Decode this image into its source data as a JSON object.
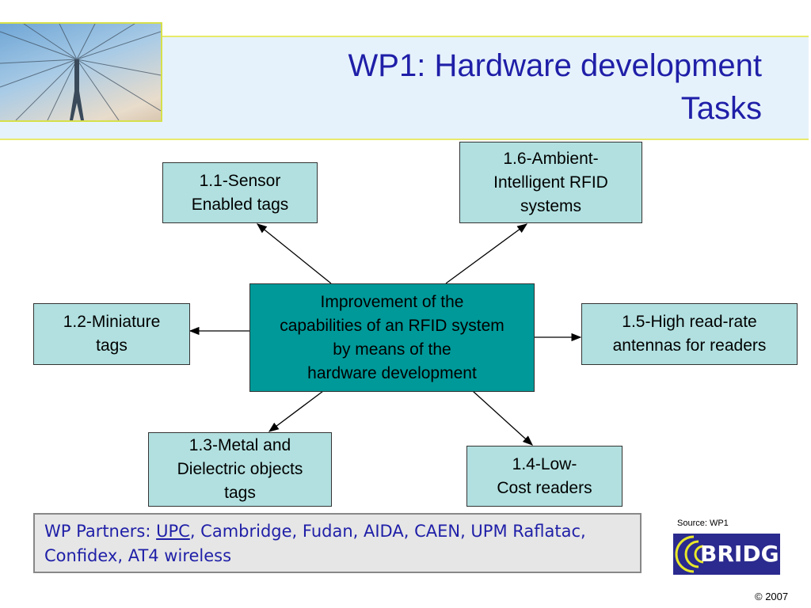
{
  "header": {
    "title_line1": "WP1: Hardware development",
    "title_line2": "Tasks"
  },
  "diagram": {
    "center": "Improvement of the\ncapabilities of an RFID system\nby means of the\nhardware development",
    "tasks": {
      "t11": "1.1-Sensor\nEnabled tags",
      "t12": "1.2-Miniature\ntags",
      "t13": "1.3-Metal and\nDielectric objects\ntags",
      "t14": "1.4-Low-\nCost readers",
      "t15": "1.5-High read-rate\nantennas for readers",
      "t16": "1.6-Ambient-\nIntelligent RFID\nsystems"
    }
  },
  "partners": {
    "label": "WP Partners: ",
    "first": "UPC",
    "rest": ", Cambridge, Fudan, AIDA, CAEN, UPM Raflatac, Confidex, AT4 wireless"
  },
  "footer": {
    "source": "Source: WP1",
    "logo": "BRIDGE",
    "copyright": "© 2007"
  },
  "colors": {
    "title": "#1f1fa8",
    "center": "#009999",
    "task": "#b2e0e0"
  }
}
